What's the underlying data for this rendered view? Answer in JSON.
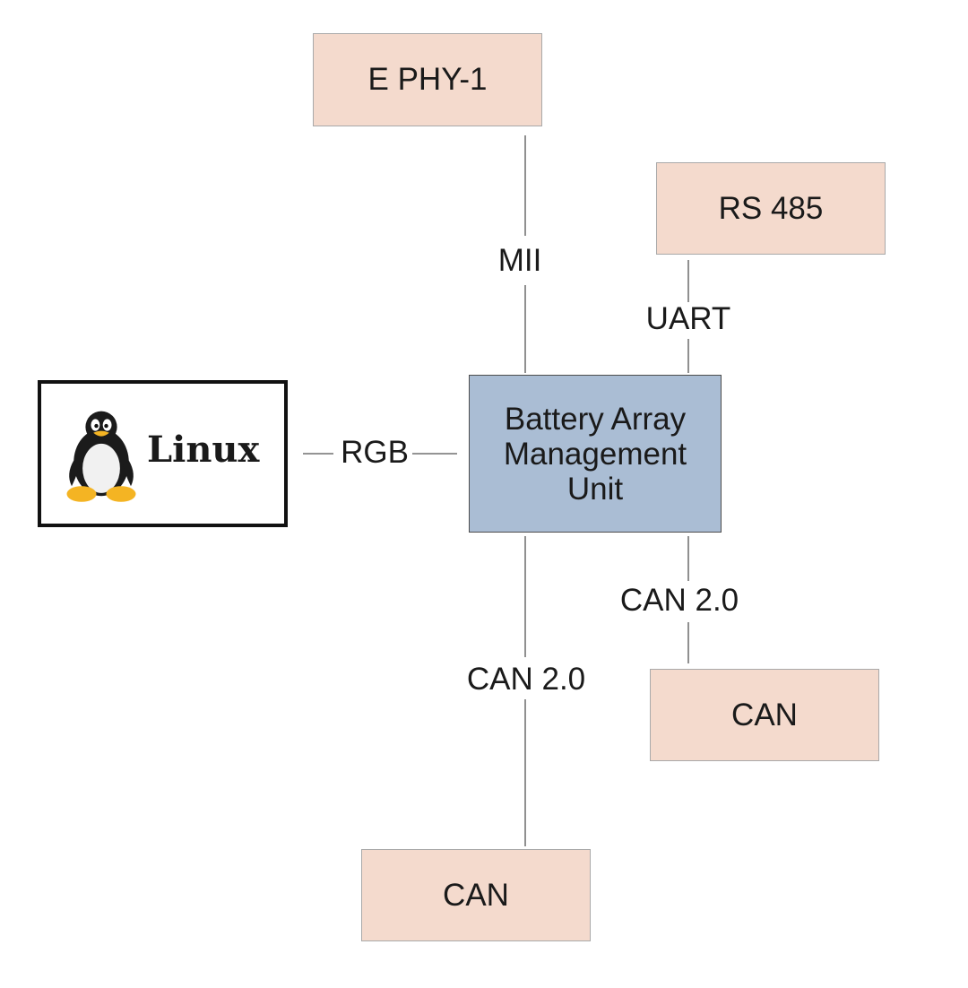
{
  "nodes": {
    "ephy": "E PHY-1",
    "rs485": "RS 485",
    "bamu": [
      "Battery Array",
      "Management",
      "Unit"
    ],
    "can_right": "CAN",
    "can_bottom": "CAN",
    "linux": "Linux"
  },
  "edges": {
    "mii": "MII",
    "uart": "UART",
    "rgb": "RGB",
    "can_right": "CAN 2.0",
    "can_bottom": "CAN 2.0"
  },
  "colors": {
    "peripheral_fill": "#f4dacd",
    "controller_fill": "#aabdd4",
    "line": "#555555"
  },
  "icons": {
    "linux_logo": "tux-penguin-icon"
  }
}
